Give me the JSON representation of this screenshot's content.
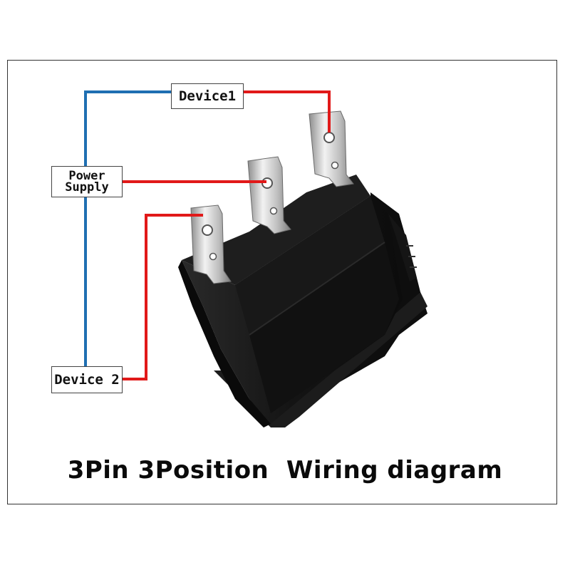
{
  "labels": {
    "device1": "Device1",
    "power_line1": "Power",
    "power_line2": "Supply",
    "device2": "Device 2"
  },
  "title": "3Pin 3Position  Wiring diagram",
  "colors": {
    "wire_blue": "#1f6fb2",
    "wire_red": "#e11919",
    "switch_body": "#141414",
    "terminal_metal": "#c9c9c9"
  }
}
